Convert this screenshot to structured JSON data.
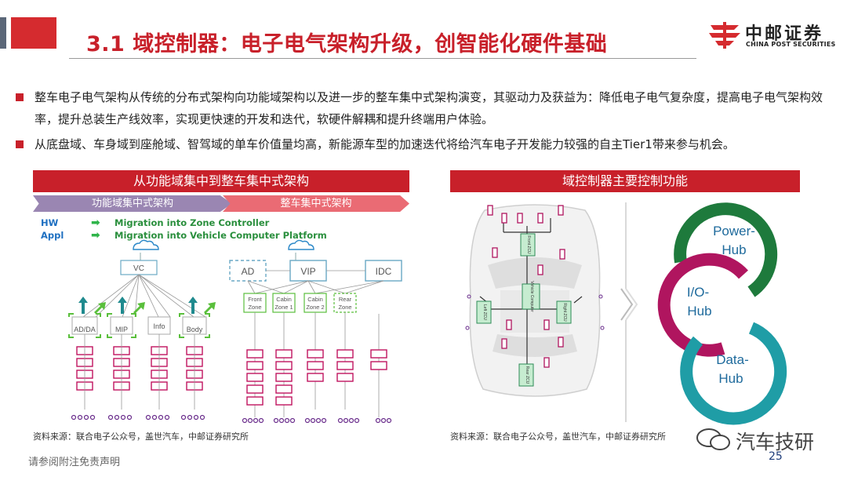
{
  "header": {
    "title": "3.1 域控制器：电子电气架构升级，创智能化硬件基础",
    "logo_cn": "中邮证券",
    "logo_en": "CHINA POST SECURITIES"
  },
  "bullets": [
    "整车电子电气架构从传统的分布式架构向功能域架构以及进一步的整车集中式架构演变，其驱动力及获益为：降低电子电气复杂度，提高电子电气架构效率，提升总装生产线效率，实现更快速的开发和迭代，软硬件解耦和提升终端用户体验。",
    "从底盘域、车身域到座舱域、智驾域的单车价值量均高，新能源车型的加速迭代将给汽车电子开发能力较强的自主Tier1带来参与机会。"
  ],
  "left_panel": {
    "header": "从功能域集中到整车集中式架构",
    "stage_1": "功能域集中式架构",
    "stage_2": "整车集中式架构",
    "legend": [
      {
        "tag": "HW",
        "text": "Migration into Zone Controller"
      },
      {
        "tag": "Appl",
        "text": "Migration into Vehicle Computer Platform"
      }
    ],
    "nodes": {
      "vc": "VC",
      "domain_1": "AD/DA",
      "domain_2": "MIP",
      "domain_3": "Info",
      "domain_4": "Body",
      "ad": "AD",
      "vip": "VIP",
      "idc": "IDC",
      "zone_1_a": "Front",
      "zone_1_b": "Zone",
      "zone_2_a": "Cabin",
      "zone_2_b": "Zone 1",
      "zone_3_a": "Cabin",
      "zone_3_b": "Zone 2",
      "zone_4_a": "Rear",
      "zone_4_b": "Zone"
    },
    "source": "资料来源：联合电子公众号，盖世汽车，中邮证券研究所"
  },
  "right_panel": {
    "header": "域控制器主要控制功能",
    "car_labels": {
      "front": "Front ZCU",
      "center": "Vehicle Computer",
      "left": "Left ZCU",
      "right": "Right ZCU",
      "rear": "Rear ZCU"
    },
    "hubs": [
      {
        "line1": "Power-",
        "line2": "Hub"
      },
      {
        "line1": "I/O-",
        "line2": "Hub"
      },
      {
        "line1": "Data-",
        "line2": "Hub"
      }
    ],
    "source": "资料来源：联合电子公众号，盖世汽车，中邮证券研究所"
  },
  "footer": {
    "disclaimer": "请参阅附注免责声明",
    "page_number": "25",
    "watermark": "汽车技研"
  },
  "colors": {
    "accent_red": "#c8202a",
    "hub_green": "#1e7a3c",
    "hub_magenta": "#b0155f",
    "hub_teal": "#1f9da6",
    "stage_purple": "#9a86b2",
    "stage_pink": "#ea6b74"
  }
}
